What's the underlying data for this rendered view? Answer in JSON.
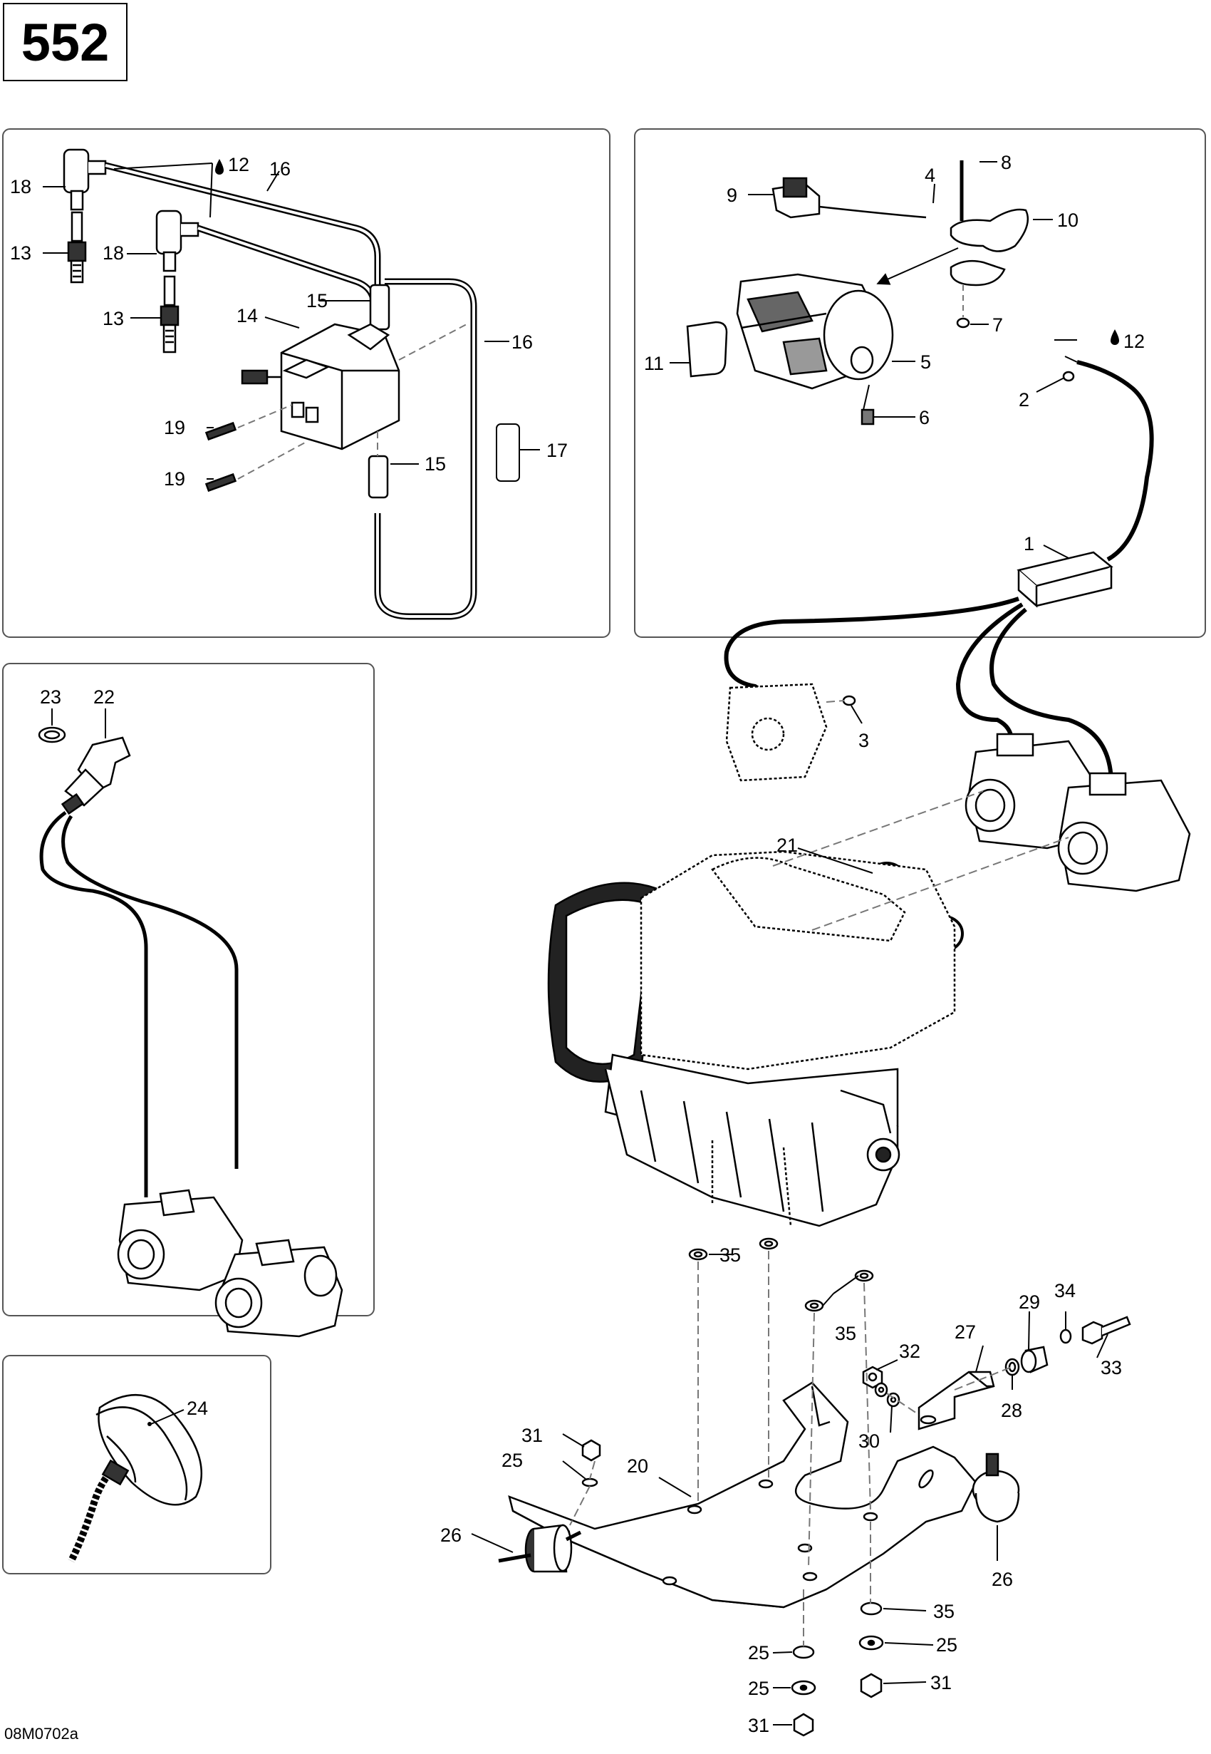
{
  "page_number": "552",
  "drawing_code": "08M0702a",
  "callouts": {
    "p1_18a": "18",
    "p1_12": "12",
    "p1_16a": "16",
    "p1_13a": "13",
    "p1_18b": "18",
    "p1_15a": "15",
    "p1_13b": "13",
    "p1_14": "14",
    "p1_16b": "16",
    "p1_19a": "19",
    "p1_17": "17",
    "p1_15b": "15",
    "p1_19b": "19",
    "p2_8": "8",
    "p2_4": "4",
    "p2_9": "9",
    "p2_10": "10",
    "p2_7": "7",
    "p2_12": "12",
    "p2_11": "11",
    "p2_5": "5",
    "p2_2": "2",
    "p2_6": "6",
    "p2_1": "1",
    "p3_23": "23",
    "p3_22": "22",
    "p4_24": "24",
    "m_3": "3",
    "m_21": "21",
    "m_35a": "35",
    "m_35b": "35",
    "m_29": "29",
    "m_34": "34",
    "m_27": "27",
    "m_32": "32",
    "m_33": "33",
    "m_28": "28",
    "m_30": "30",
    "m_31a": "31",
    "m_25a": "25",
    "m_20": "20",
    "m_26a": "26",
    "m_26b": "26",
    "m_35c": "35",
    "m_25b": "25",
    "m_25c": "25",
    "m_25d": "25",
    "m_31b": "31",
    "m_31c": "31"
  },
  "colors": {
    "line": "#000000",
    "panel_border": "#555555",
    "dashed": "#777777"
  },
  "icons": {
    "oil_drop": "oil-drop-icon"
  }
}
